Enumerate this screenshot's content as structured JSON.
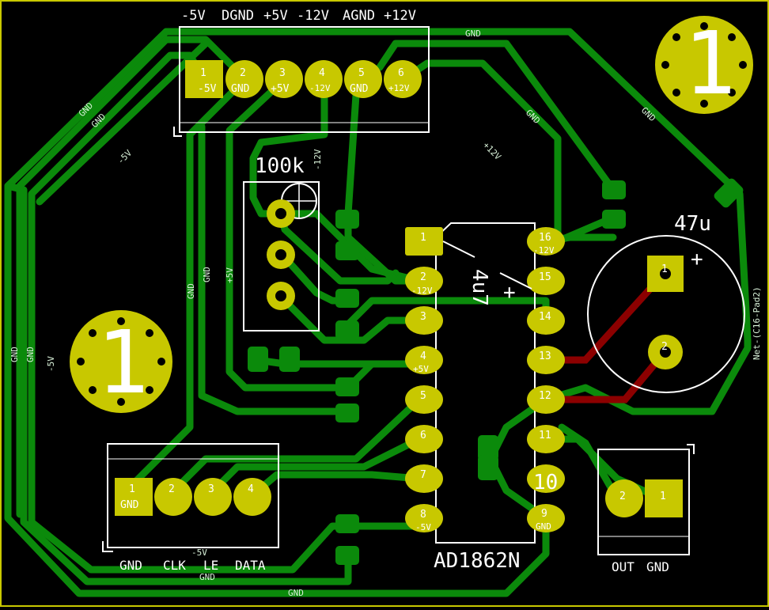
{
  "colors": {
    "background": "#000000",
    "copper_bottom": "#0b8a0b",
    "copper_top": "#8c0000",
    "pad": "#c8c800",
    "silkscreen": "#ffffff",
    "edge_cut": "#c8c800"
  },
  "power_connector": {
    "header_labels": [
      "-5V",
      "DGND",
      "+5V",
      "-12V",
      "AGND",
      "+12V"
    ],
    "pads": [
      {
        "num": "1",
        "net": "-5V"
      },
      {
        "num": "2",
        "net": "GND"
      },
      {
        "num": "3",
        "net": "+5V"
      },
      {
        "num": "4",
        "net": "-12V"
      },
      {
        "num": "5",
        "net": "GND"
      },
      {
        "num": "6",
        "net": "+12V"
      }
    ]
  },
  "pot": {
    "value": "100k",
    "pads": [
      "",
      "",
      ""
    ]
  },
  "signal_connector": {
    "pads": [
      {
        "num": "1",
        "net": "GND"
      },
      {
        "num": "2",
        "net": ""
      },
      {
        "num": "3",
        "net": ""
      },
      {
        "num": "4",
        "net": ""
      }
    ],
    "labels": [
      "GND",
      "CLK",
      "LE",
      "DATA"
    ]
  },
  "ic": {
    "ref": "AD1862N",
    "left_pads": [
      {
        "num": "1",
        "net": ""
      },
      {
        "num": "2",
        "net": "-12V"
      },
      {
        "num": "3",
        "net": ""
      },
      {
        "num": "4",
        "net": "+5V"
      },
      {
        "num": "5",
        "net": ""
      },
      {
        "num": "6",
        "net": ""
      },
      {
        "num": "7",
        "net": ""
      },
      {
        "num": "8",
        "net": "-5V"
      }
    ],
    "right_pads": [
      {
        "num": "16",
        "net": "-12V"
      },
      {
        "num": "15",
        "net": ""
      },
      {
        "num": "14",
        "net": ""
      },
      {
        "num": "13",
        "net": ""
      },
      {
        "num": "12",
        "net": ""
      },
      {
        "num": "11",
        "net": ""
      },
      {
        "num": "10",
        "net": ""
      },
      {
        "num": "9",
        "net": "GND"
      }
    ],
    "pin10_big_label": "10"
  },
  "cap_small": {
    "value": "4u7",
    "polarity": "+"
  },
  "cap_large": {
    "value": "47u",
    "polarity": "+",
    "pads": [
      "1",
      "2"
    ],
    "net_label": "Net-(C16-Pad2)"
  },
  "output_connector": {
    "pads": [
      "2",
      "1"
    ],
    "labels": [
      "OUT",
      "GND"
    ]
  },
  "mounting_holes": {
    "label": "1"
  },
  "trace_labels": {
    "gnd": "GND",
    "m5v": "-5V",
    "p5v": "+5V",
    "m12v": "-12V",
    "p12v": "+12V"
  }
}
